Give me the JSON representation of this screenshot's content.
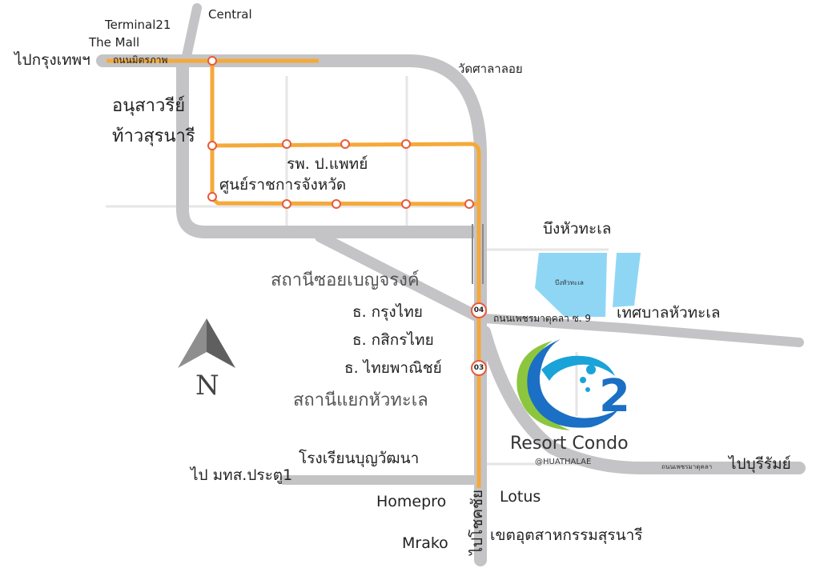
{
  "labels": {
    "central": "Central",
    "terminal21": "Terminal21",
    "the_mall": "The Mall",
    "to_bangkok": "ไปกรุงเทพฯ",
    "mittraphap_road": "ถนนมิตรภาพ",
    "wat_sala_loi": "วัดศาลาลอย",
    "monument_line1": "อนุสาวรีย์",
    "monument_line2": "ท้าวสุรนารี",
    "hospital": "รพ. ป.แพทย์",
    "gov_center": "ศูนย์ราชการจังหวัด",
    "bueng_hua_thale": "บึงหัวทะเล",
    "bueng_hua_thale_small": "บึงหัวทะเล",
    "station_soi_benjarong": "สถานีซอยเบญจรงค์",
    "krungthai_bank": "ธ. กรุงไทย",
    "kasikorn_bank": "ธ. กสิกรไทย",
    "siam_commercial_bank": "ธ. ไทยพาณิชย์",
    "phet_mat_khla_soi9": "ถนนเพชรมาตุคลา ซ. 9",
    "municipality": "เทศบาลหัวทะเล",
    "station_hua_thale_junction": "สถานีแยกหัวทะเล",
    "school": "โรงเรียนบุญวัฒนา",
    "to_university": "ไป มทส.ประตู1",
    "homepro": "Homepro",
    "lotus": "Lotus",
    "to_chok_chai": "ไปโชคชัย",
    "mrako": "Mrako",
    "industrial_zone": "เขตอุตสาหกรรมสุรนารี",
    "to_buriram": "ไปบุรีรัมย์",
    "phet_mat_khla_road": "ถนนเพชรมาตุคลา"
  },
  "stations": {
    "s04": "04",
    "s03": "03"
  },
  "brand": {
    "name": "Resort Condo",
    "handle": "@HUATHALAE",
    "logo_letter": "2"
  },
  "compass": {
    "north": "N"
  },
  "colors": {
    "road": "#c4c4c6",
    "minor_road": "#e4e4e4",
    "rail": "#f5a93a",
    "station_ring": "#e85a3a",
    "lake": "#8fd6f5",
    "logo_blue": "#1b6fc4",
    "logo_green": "#8cc63f",
    "compass": "#6b6b6b"
  }
}
